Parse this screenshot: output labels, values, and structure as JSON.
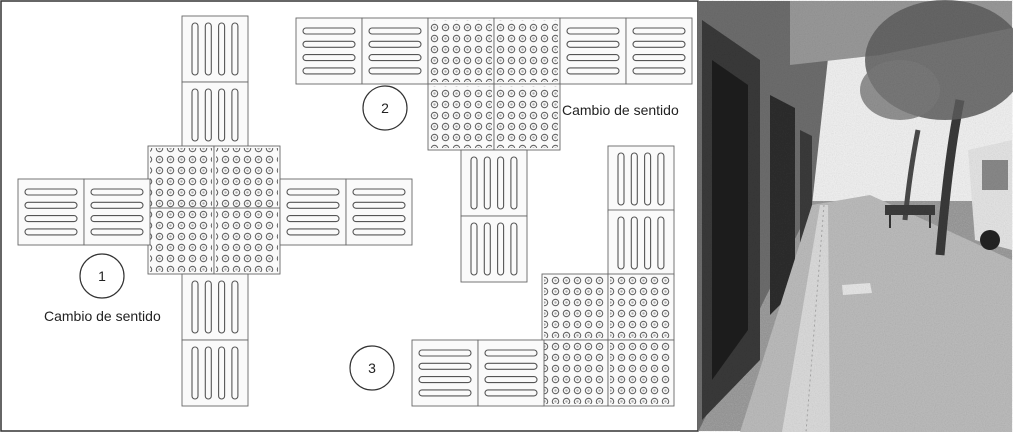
{
  "diagram": {
    "markers": [
      {
        "number": "1"
      },
      {
        "number": "2"
      },
      {
        "number": "3"
      }
    ],
    "labels": {
      "change_direction_1": "Cambio de sentido",
      "change_direction_2": "Cambio de sentido"
    },
    "tile_types": [
      "guide-tile",
      "warning-tile"
    ],
    "colors": {
      "line": "#555555",
      "dot": "#777777",
      "frame": "#333333"
    }
  },
  "photo": {
    "subject": "sidewalk-with-tactile-guide-strip"
  }
}
